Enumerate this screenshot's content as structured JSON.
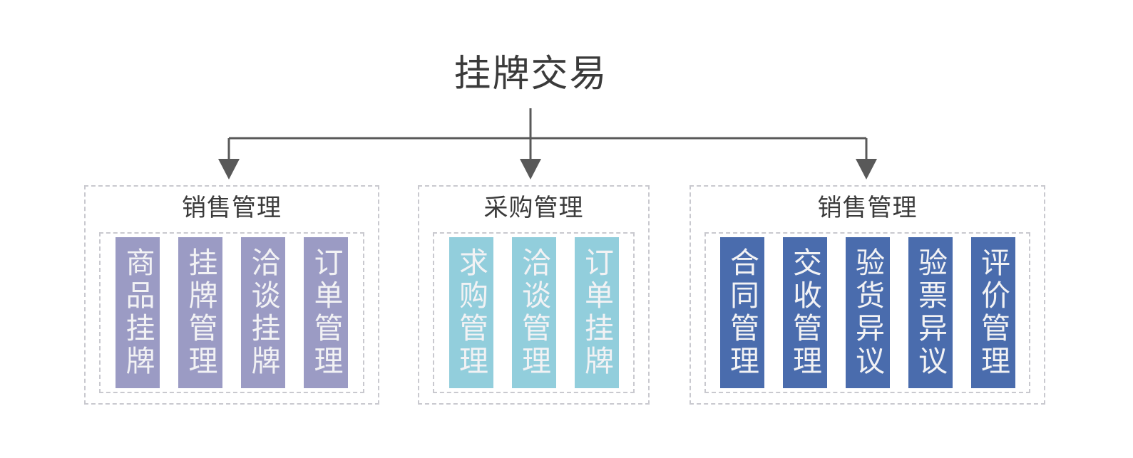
{
  "diagram": {
    "type": "hierarchy",
    "root": {
      "label": "挂牌交易"
    },
    "connector": {
      "color": "#595959",
      "arrow": "down-arrow-icon"
    },
    "groups": [
      {
        "title": "销售管理",
        "color": "#9b9bc4",
        "items": [
          {
            "label": "商品挂牌"
          },
          {
            "label": "挂牌管理"
          },
          {
            "label": "洽谈挂牌"
          },
          {
            "label": "订单管理"
          }
        ]
      },
      {
        "title": "采购管理",
        "color": "#92cedc",
        "items": [
          {
            "label": "求购管理"
          },
          {
            "label": "洽谈管理"
          },
          {
            "label": "订单挂牌"
          }
        ]
      },
      {
        "title": "销售管理",
        "color": "#4a6cad",
        "items": [
          {
            "label": "合同管理"
          },
          {
            "label": "交收管理"
          },
          {
            "label": "验货异议"
          },
          {
            "label": "验票异议"
          },
          {
            "label": "评价管理"
          }
        ]
      }
    ]
  },
  "palette": {
    "background": "#ffffff",
    "text_dark": "#3a3a3a",
    "text_on_fill": "#f2f2f4",
    "dashed_border": "#c9c9cf",
    "connector": "#595959"
  }
}
